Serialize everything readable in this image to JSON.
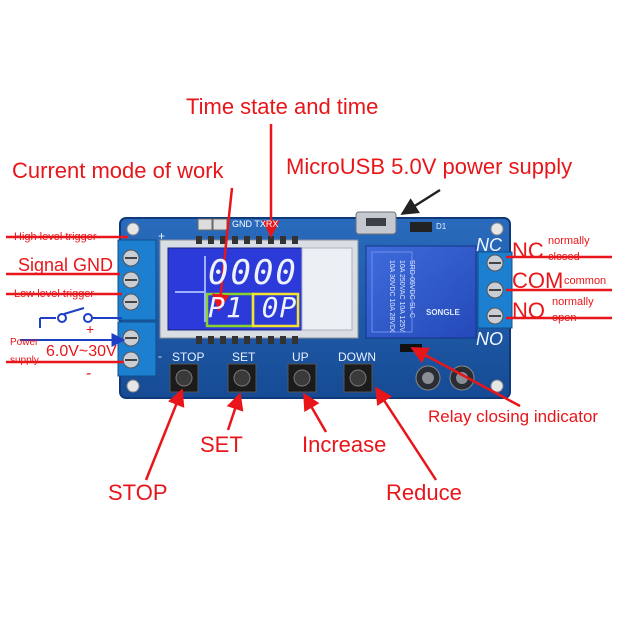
{
  "callouts": {
    "time_state": "Time state and time",
    "current_mode": "Current mode of work",
    "microusb": "MicroUSB 5.0V  power supply",
    "high_level_trigger": "High level trigger",
    "signal_gnd": "Signal GND",
    "low_level_trigger": "Low level trigger",
    "power_supply": "Power supply",
    "voltage_range": "6.0V~30V",
    "plus": "+",
    "minus": "-",
    "nc": "NC",
    "normally_closed": "normally closed",
    "com": "COM",
    "common": "common",
    "no": "NO",
    "normally_open": "normally open",
    "relay_indicator": "Relay closing indicator",
    "stop": "STOP",
    "set": "SET",
    "increase": "Increase",
    "reduce": "Reduce"
  },
  "board": {
    "header_pins": "GND TXRX",
    "buttons": [
      "STOP",
      "SET",
      "UP",
      "DOWN"
    ],
    "nc": "NC",
    "no": "NO",
    "plus_mark": "+",
    "minus_mark": "-",
    "led_label": "D1"
  },
  "lcd": {
    "top_digits": "0000",
    "bottom_text": "P1 0P"
  },
  "relay": {
    "model": "SRD-05VDC-SL-C",
    "brand": "SONGLE",
    "rating_1": "10A 250VAC  10A 125VAC",
    "rating_2": "10A 30VDC  10A 28VDC"
  },
  "colors": {
    "callout": "#e8161a",
    "pcb": "#1e5aa8",
    "lcd": "#2b3ad8",
    "arrow_blue": "#1d3fc4"
  }
}
